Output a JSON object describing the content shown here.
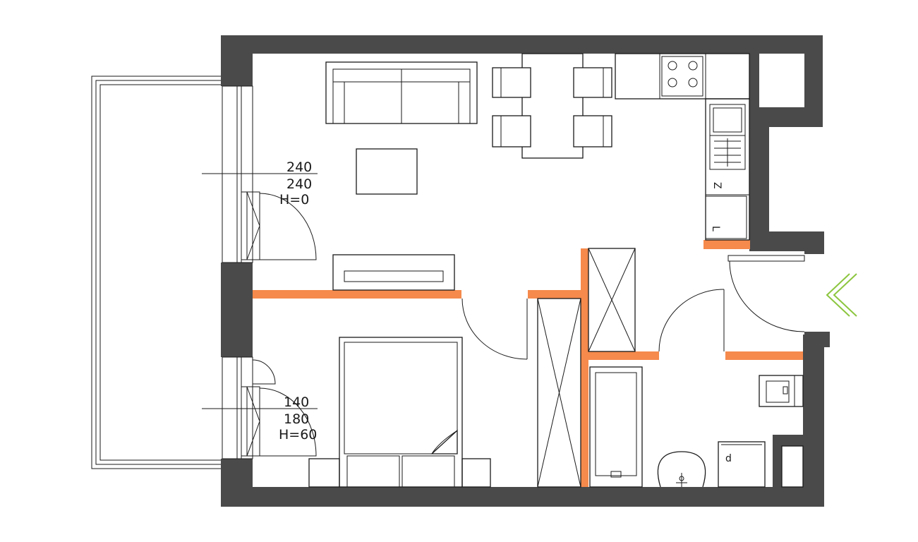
{
  "window_living": {
    "width": "240",
    "height": "240",
    "sill": "H=0"
  },
  "window_bedroom": {
    "width": "140",
    "height": "180",
    "sill": "H=60"
  },
  "fridge_mark": "Z",
  "dishwasher_mark": "L",
  "washer_mark": "d",
  "colors": {
    "wall": "#4a4a4a",
    "partition": "#f58a4c",
    "entry_arrow": "#8cc63f",
    "line": "#1a1a1a"
  }
}
